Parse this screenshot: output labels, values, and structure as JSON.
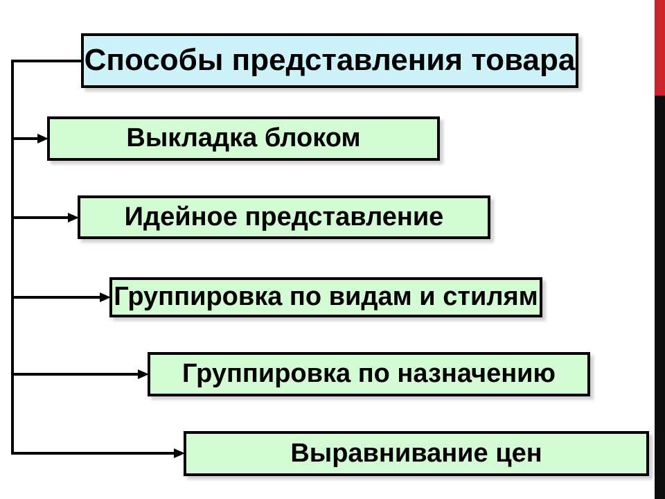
{
  "diagram": {
    "title": {
      "label": "Способы представления товара"
    },
    "items": [
      {
        "label": "Выкладка блоком"
      },
      {
        "label": "Идейное представление"
      },
      {
        "label": "Группировка по видам и стилям"
      },
      {
        "label": "Группировка по назначению"
      },
      {
        "label": "Выравнивание цен"
      }
    ],
    "colors": {
      "title_fill": "#cdf2fa",
      "item_fill": "#d4fcd4",
      "border": "#000000",
      "connector": "#000000",
      "accent_red": "#cc2229",
      "accent_black": "#0d0d0d",
      "background": "#ffffff"
    }
  }
}
